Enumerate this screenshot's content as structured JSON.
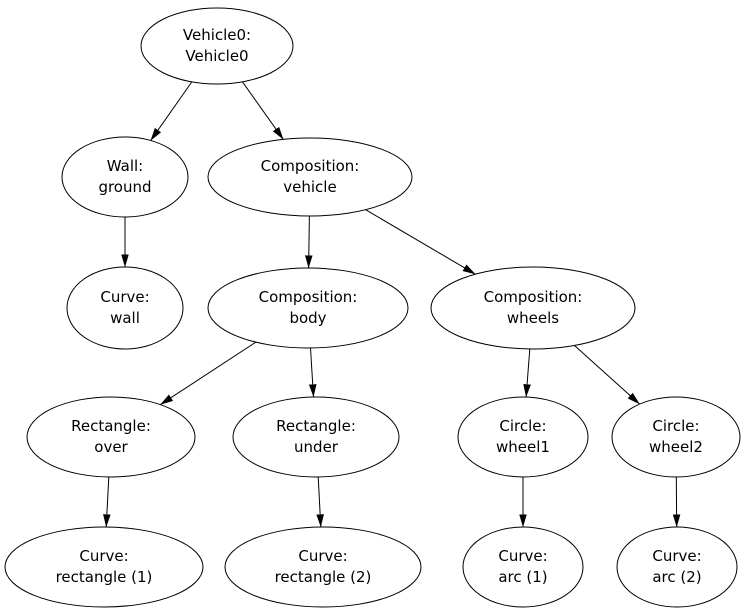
{
  "diagram": {
    "description": "Scene-graph hierarchy tree for Vehicle0",
    "colors": {
      "background": "#ffffff",
      "node_fill": "#ffffff",
      "node_stroke": "#000000",
      "edge": "#000000",
      "text": "#000000"
    },
    "nodes": [
      {
        "id": "vehicle0",
        "line1": "Vehicle0:",
        "line2": "Vehicle0"
      },
      {
        "id": "wall-ground",
        "line1": "Wall:",
        "line2": "ground"
      },
      {
        "id": "composition-vehicle",
        "line1": "Composition:",
        "line2": "vehicle"
      },
      {
        "id": "curve-wall",
        "line1": "Curve:",
        "line2": "wall"
      },
      {
        "id": "composition-body",
        "line1": "Composition:",
        "line2": "body"
      },
      {
        "id": "composition-wheels",
        "line1": "Composition:",
        "line2": "wheels"
      },
      {
        "id": "rectangle-over",
        "line1": "Rectangle:",
        "line2": "over"
      },
      {
        "id": "rectangle-under",
        "line1": "Rectangle:",
        "line2": "under"
      },
      {
        "id": "circle-wheel1",
        "line1": "Circle:",
        "line2": "wheel1"
      },
      {
        "id": "circle-wheel2",
        "line1": "Circle:",
        "line2": "wheel2"
      },
      {
        "id": "curve-rectangle-1",
        "line1": "Curve:",
        "line2": "rectangle (1)"
      },
      {
        "id": "curve-rectangle-2",
        "line1": "Curve:",
        "line2": "rectangle (2)"
      },
      {
        "id": "curve-arc-1",
        "line1": "Curve:",
        "line2": "arc (1)"
      },
      {
        "id": "curve-arc-2",
        "line1": "Curve:",
        "line2": "arc (2)"
      }
    ],
    "edges": [
      {
        "from": "vehicle0",
        "to": "wall-ground"
      },
      {
        "from": "vehicle0",
        "to": "composition-vehicle"
      },
      {
        "from": "wall-ground",
        "to": "curve-wall"
      },
      {
        "from": "composition-vehicle",
        "to": "composition-body"
      },
      {
        "from": "composition-vehicle",
        "to": "composition-wheels"
      },
      {
        "from": "composition-body",
        "to": "rectangle-over"
      },
      {
        "from": "composition-body",
        "to": "rectangle-under"
      },
      {
        "from": "composition-wheels",
        "to": "circle-wheel1"
      },
      {
        "from": "composition-wheels",
        "to": "circle-wheel2"
      },
      {
        "from": "rectangle-over",
        "to": "curve-rectangle-1"
      },
      {
        "from": "rectangle-under",
        "to": "curve-rectangle-2"
      },
      {
        "from": "circle-wheel1",
        "to": "curve-arc-1"
      },
      {
        "from": "circle-wheel2",
        "to": "curve-arc-2"
      }
    ]
  }
}
